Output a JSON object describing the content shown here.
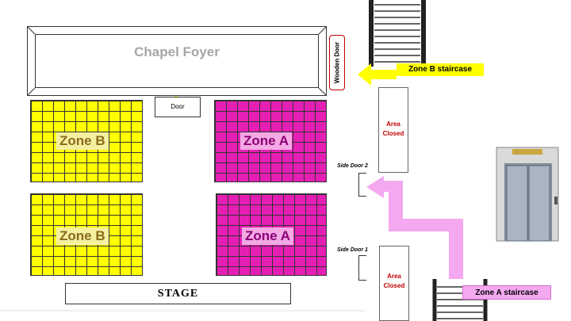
{
  "foyer": {
    "label": "Chapel Foyer"
  },
  "wooden_door": {
    "label": "Wooden Door"
  },
  "door": {
    "label": "Door"
  },
  "zones": {
    "b_top": "Zone B",
    "b_bottom": "Zone B",
    "a_top": "Zone A",
    "a_bottom": "Zone A"
  },
  "stage": {
    "label": "STAGE"
  },
  "closed": {
    "top_line1": "Area",
    "top_line2": "Closed",
    "bottom_line1": "Area",
    "bottom_line2": "Closed"
  },
  "side_doors": {
    "door2": "Side Door 2",
    "door1": "Side Door 1"
  },
  "callouts": {
    "zone_b_staircase": "Zone B staircase",
    "zone_a_staircase": "Zone A staircase"
  },
  "colors": {
    "zone_b": "#ffff00",
    "zone_a": "#e61fb4",
    "route_b": "#ffff00",
    "route_a": "#f4a8f0",
    "closed_text": "#c00000",
    "door_border": "#c00000"
  },
  "icons": [
    "staircase-icon",
    "elevator-icon",
    "arrow-icon"
  ]
}
